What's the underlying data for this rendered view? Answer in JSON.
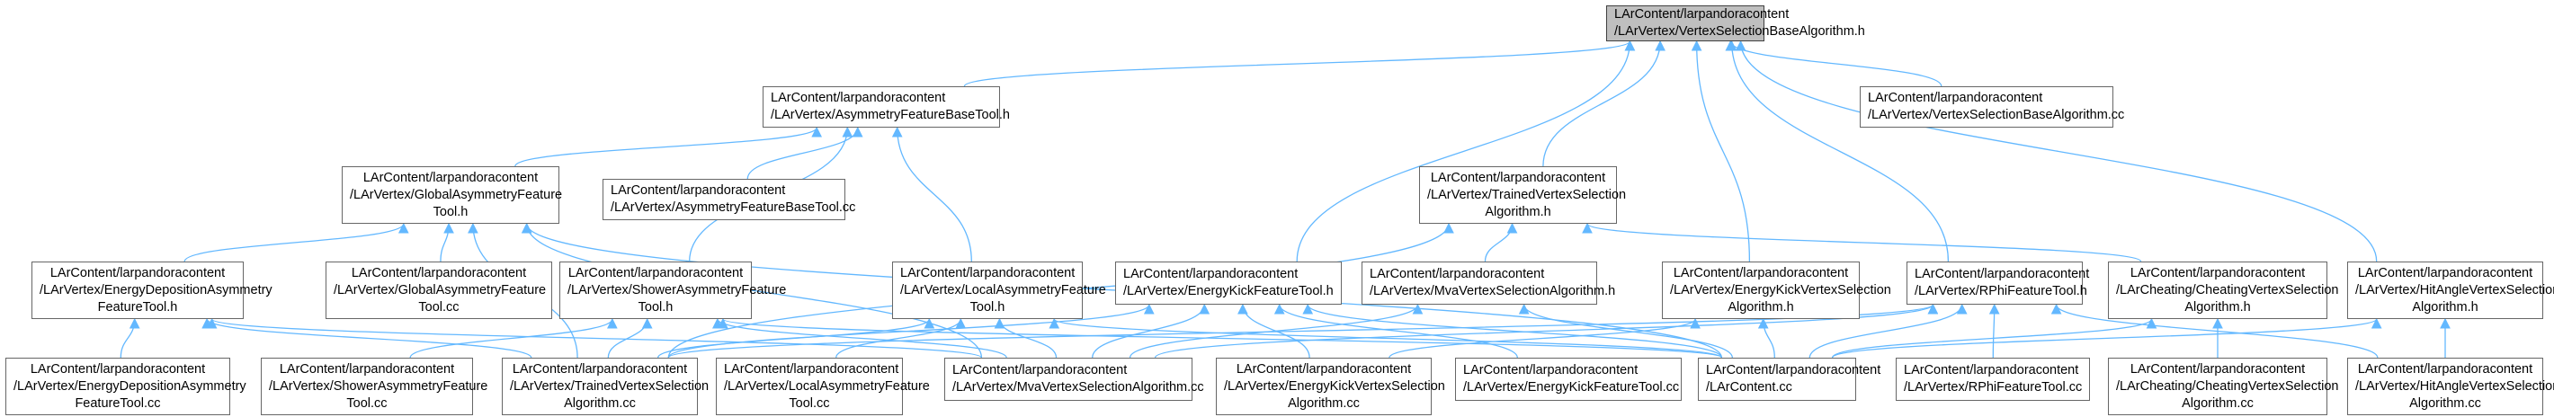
{
  "diagram": {
    "type": "include-dependency-graph",
    "colors": {
      "edge": "#63b8ff",
      "node_border": "#666666",
      "focus_fill": "#bfbfbf"
    },
    "nodes": [
      {
        "id": "n0",
        "lines": [
          "LArContent/larpandoracontent",
          "/LArVertex/VertexSelectionBaseAlgorithm.h"
        ]
      },
      {
        "id": "n1",
        "lines": [
          "LArContent/larpandoracontent",
          "/LArVertex/AsymmetryFeatureBaseTool.h"
        ]
      },
      {
        "id": "n2",
        "lines": [
          "LArContent/larpandoracontent",
          "/LArVertex/VertexSelectionBaseAlgorithm.cc"
        ]
      },
      {
        "id": "n3",
        "lines": [
          "LArContent/larpandoracontent",
          "/LArVertex/GlobalAsymmetryFeature",
          "Tool.h"
        ]
      },
      {
        "id": "n4",
        "lines": [
          "LArContent/larpandoracontent",
          "/LArVertex/AsymmetryFeatureBaseTool.cc"
        ]
      },
      {
        "id": "n5",
        "lines": [
          "LArContent/larpandoracontent",
          "/LArVertex/TrainedVertexSelection",
          "Algorithm.h"
        ]
      },
      {
        "id": "n6",
        "lines": [
          "LArContent/larpandoracontent",
          "/LArVertex/EnergyDepositionAsymmetry",
          "FeatureTool.h"
        ]
      },
      {
        "id": "n7",
        "lines": [
          "LArContent/larpandoracontent",
          "/LArVertex/GlobalAsymmetryFeature",
          "Tool.cc"
        ]
      },
      {
        "id": "n8",
        "lines": [
          "LArContent/larpandoracontent",
          "/LArVertex/ShowerAsymmetryFeature",
          "Tool.h"
        ]
      },
      {
        "id": "n9",
        "lines": [
          "LArContent/larpandoracontent",
          "/LArVertex/LocalAsymmetryFeature",
          "Tool.h"
        ]
      },
      {
        "id": "n10",
        "lines": [
          "LArContent/larpandoracontent",
          "/LArVertex/EnergyKickFeatureTool.h"
        ]
      },
      {
        "id": "n11",
        "lines": [
          "LArContent/larpandoracontent",
          "/LArVertex/MvaVertexSelectionAlgorithm.h"
        ]
      },
      {
        "id": "n12",
        "lines": [
          "LArContent/larpandoracontent",
          "/LArVertex/EnergyKickVertexSelection",
          "Algorithm.h"
        ]
      },
      {
        "id": "n13",
        "lines": [
          "LArContent/larpandoracontent",
          "/LArVertex/RPhiFeatureTool.h"
        ]
      },
      {
        "id": "n14",
        "lines": [
          "LArContent/larpandoracontent",
          "/LArCheating/CheatingVertexSelection",
          "Algorithm.h"
        ]
      },
      {
        "id": "n15",
        "lines": [
          "LArContent/larpandoracontent",
          "/LArVertex/HitAngleVertexSelection",
          "Algorithm.h"
        ]
      },
      {
        "id": "n16",
        "lines": [
          "LArContent/larpandoracontent",
          "/LArVertex/EnergyDepositionAsymmetry",
          "FeatureTool.cc"
        ]
      },
      {
        "id": "n17",
        "lines": [
          "LArContent/larpandoracontent",
          "/LArVertex/ShowerAsymmetryFeature",
          "Tool.cc"
        ]
      },
      {
        "id": "n18",
        "lines": [
          "LArContent/larpandoracontent",
          "/LArVertex/TrainedVertexSelection",
          "Algorithm.cc"
        ]
      },
      {
        "id": "n19",
        "lines": [
          "LArContent/larpandoracontent",
          "/LArVertex/LocalAsymmetryFeature",
          "Tool.cc"
        ]
      },
      {
        "id": "n20",
        "lines": [
          "LArContent/larpandoracontent",
          "/LArVertex/MvaVertexSelectionAlgorithm.cc"
        ]
      },
      {
        "id": "n21",
        "lines": [
          "LArContent/larpandoracontent",
          "/LArVertex/EnergyKickVertexSelection",
          "Algorithm.cc"
        ]
      },
      {
        "id": "n22",
        "lines": [
          "LArContent/larpandoracontent",
          "/LArVertex/EnergyKickFeatureTool.cc"
        ]
      },
      {
        "id": "n23",
        "lines": [
          "LArContent/larpandoracontent",
          "/LArContent.cc"
        ]
      },
      {
        "id": "n24",
        "lines": [
          "LArContent/larpandoracontent",
          "/LArVertex/RPhiFeatureTool.cc"
        ]
      },
      {
        "id": "n25",
        "lines": [
          "LArContent/larpandoracontent",
          "/LArCheating/CheatingVertexSelection",
          "Algorithm.cc"
        ]
      },
      {
        "id": "n26",
        "lines": [
          "LArContent/larpandoracontent",
          "/LArVertex/HitAngleVertexSelection",
          "Algorithm.cc"
        ]
      }
    ],
    "edges": [
      [
        "n1",
        "n0"
      ],
      [
        "n2",
        "n0"
      ],
      [
        "n5",
        "n0"
      ],
      [
        "n10",
        "n0"
      ],
      [
        "n12",
        "n0"
      ],
      [
        "n13",
        "n0"
      ],
      [
        "n15",
        "n0"
      ],
      [
        "n3",
        "n1"
      ],
      [
        "n4",
        "n1"
      ],
      [
        "n8",
        "n1"
      ],
      [
        "n9",
        "n1"
      ],
      [
        "n6",
        "n3"
      ],
      [
        "n7",
        "n3"
      ],
      [
        "n18",
        "n3"
      ],
      [
        "n20",
        "n3"
      ],
      [
        "n23",
        "n3"
      ],
      [
        "n11",
        "n5"
      ],
      [
        "n14",
        "n5"
      ],
      [
        "n18",
        "n5"
      ],
      [
        "n16",
        "n6"
      ],
      [
        "n18",
        "n6"
      ],
      [
        "n20",
        "n6"
      ],
      [
        "n17",
        "n8"
      ],
      [
        "n18",
        "n8"
      ],
      [
        "n20",
        "n8"
      ],
      [
        "n23",
        "n8"
      ],
      [
        "n18",
        "n9"
      ],
      [
        "n19",
        "n9"
      ],
      [
        "n20",
        "n9"
      ],
      [
        "n23",
        "n9"
      ],
      [
        "n18",
        "n10"
      ],
      [
        "n20",
        "n10"
      ],
      [
        "n21",
        "n10"
      ],
      [
        "n22",
        "n10"
      ],
      [
        "n23",
        "n10"
      ],
      [
        "n20",
        "n11"
      ],
      [
        "n23",
        "n11"
      ],
      [
        "n21",
        "n12"
      ],
      [
        "n23",
        "n12"
      ],
      [
        "n18",
        "n13"
      ],
      [
        "n20",
        "n13"
      ],
      [
        "n23",
        "n13"
      ],
      [
        "n24",
        "n13"
      ],
      [
        "n26",
        "n13"
      ],
      [
        "n23",
        "n14"
      ],
      [
        "n25",
        "n14"
      ],
      [
        "n23",
        "n15"
      ],
      [
        "n26",
        "n15"
      ]
    ]
  }
}
